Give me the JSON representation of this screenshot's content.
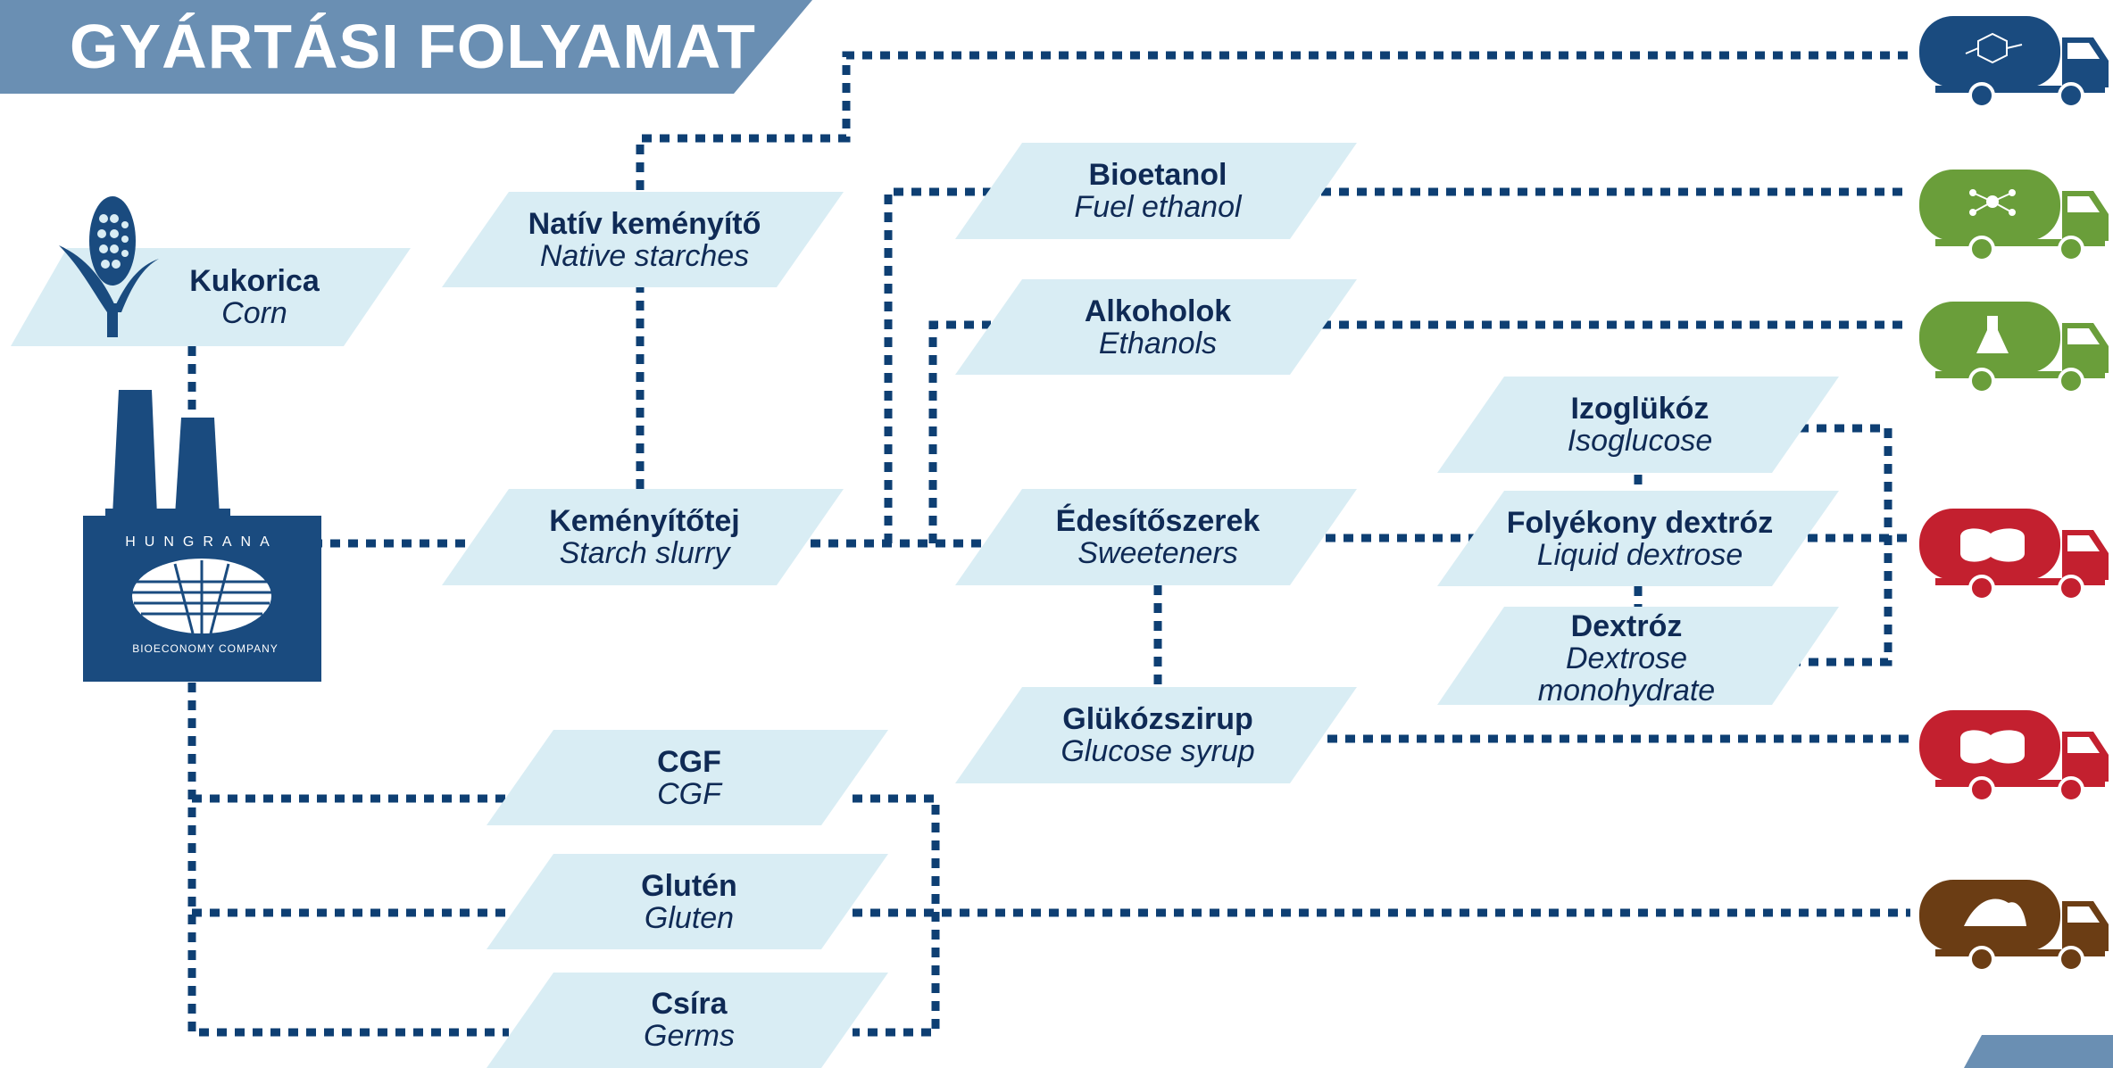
{
  "title": "GYÁRTÁSI FOLYAMAT",
  "company": {
    "tagline": "BIOECONOMY COMPANY",
    "logo_text": "HUNGRANA"
  },
  "nodes": {
    "corn": {
      "hu": "Kukorica",
      "en": "Corn"
    },
    "native_starch": {
      "hu": "Natív keményítő",
      "en": "Native starches"
    },
    "starch_slurry": {
      "hu": "Keményítőtej",
      "en": "Starch slurry"
    },
    "bioethanol": {
      "hu": "Bioetanol",
      "en": "Fuel ethanol"
    },
    "alcohols": {
      "hu": "Alkoholok",
      "en": "Ethanols"
    },
    "sweeteners": {
      "hu": "Édesítőszerek",
      "en": "Sweeteners"
    },
    "isoglucose": {
      "hu": "Izoglükóz",
      "en": "Isoglucose"
    },
    "liquid_dextrose": {
      "hu": "Folyékony dextróz",
      "en": "Liquid dextrose"
    },
    "dextrose": {
      "hu": "Dextróz",
      "en": "Dextrose",
      "en2": "monohydrate"
    },
    "glucose_syrup": {
      "hu": "Glükózszirup",
      "en": "Glucose syrup"
    },
    "cgf": {
      "hu": "CGF",
      "en": "CGF"
    },
    "gluten": {
      "hu": "Glutén",
      "en": "Gluten"
    },
    "germs": {
      "hu": "Csíra",
      "en": "Germs"
    }
  },
  "colors": {
    "title_bar": "#6a8fb3",
    "node_fill": "#d9edf4",
    "line": "#0e3f73",
    "factory": "#1a4b7f",
    "truck_blue": "#1a4b7f",
    "truck_green": "#6a9e3a",
    "truck_red": "#c3202f",
    "truck_brown": "#6b3d14"
  },
  "trucks": [
    {
      "color": "truck_blue",
      "icon": "molecule-icon"
    },
    {
      "color": "truck_green",
      "icon": "network-icon"
    },
    {
      "color": "truck_green",
      "icon": "flask-icon"
    },
    {
      "color": "truck_red",
      "icon": "bottle-icon"
    },
    {
      "color": "truck_red",
      "icon": "bottle-icon"
    },
    {
      "color": "truck_brown",
      "icon": "feed-pile-icon"
    }
  ]
}
